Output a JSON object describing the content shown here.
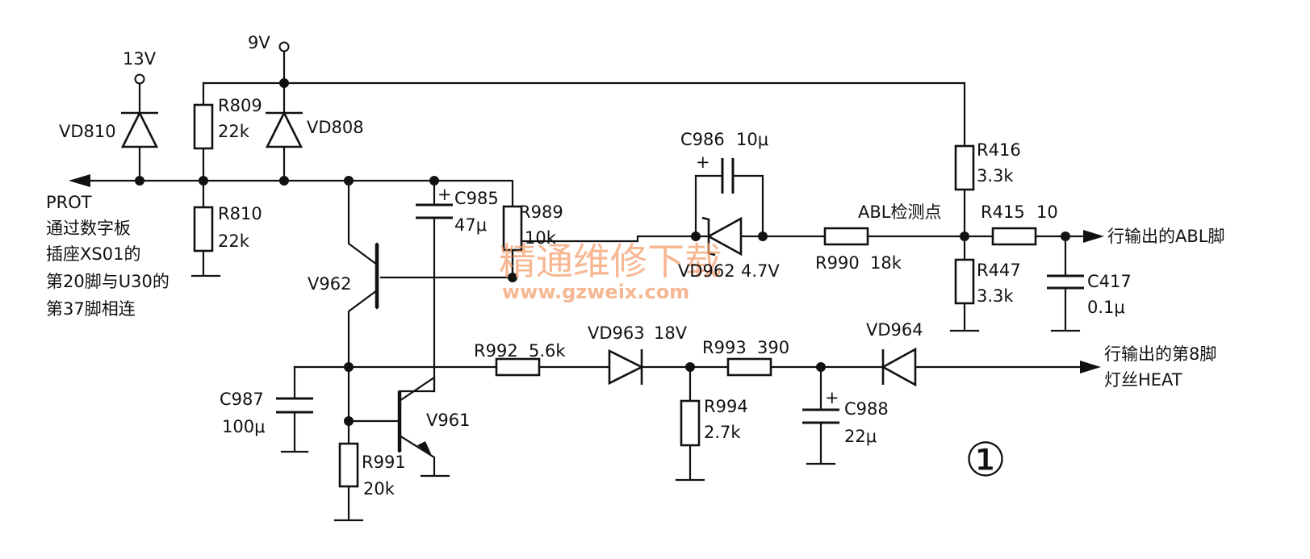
{
  "supplies": {
    "v13": "13V",
    "v9": "9V"
  },
  "components": {
    "vd810": "VD810",
    "vd808": "VD808",
    "r809": {
      "ref": "R809",
      "val": "22k"
    },
    "r810": {
      "ref": "R810",
      "val": "22k"
    },
    "c985": {
      "ref": "C985",
      "val": "47μ"
    },
    "r989": {
      "ref": "R989",
      "val": "10k"
    },
    "c986": {
      "ref": "C986",
      "val": "10μ"
    },
    "vd962": {
      "ref": "VD962",
      "val": "4.7V"
    },
    "r990": {
      "ref": "R990",
      "val": "18k"
    },
    "r416": {
      "ref": "R416",
      "val": "3.3k"
    },
    "r415": {
      "ref": "R415",
      "val": "10"
    },
    "r447": {
      "ref": "R447",
      "val": "3.3k"
    },
    "c417": {
      "ref": "C417",
      "val": "0.1μ"
    },
    "v962": "V962",
    "v961": "V961",
    "c987": {
      "ref": "C987",
      "val": "100μ"
    },
    "r991": {
      "ref": "R991",
      "val": "20k"
    },
    "r992": {
      "ref": "R992",
      "val": "5.6k"
    },
    "vd963": {
      "ref": "VD963",
      "val": "18V"
    },
    "r993": {
      "ref": "R993",
      "val": "390"
    },
    "r994": {
      "ref": "R994",
      "val": "2.7k"
    },
    "c988": {
      "ref": "C988",
      "val": "22μ"
    },
    "vd964": "VD964"
  },
  "annotations": {
    "prot": [
      "PROT",
      "通过数字板",
      "插座XS01的",
      "第20脚与U30的",
      "第37脚相连"
    ],
    "abl_point": "ABL检测点",
    "abl_output": "行输出的ABL脚",
    "heat_output": [
      "行输出的第8脚",
      "灯丝HEAT"
    ],
    "figure_number": "①",
    "plus": "+"
  },
  "watermark": {
    "title": "精通维修下载",
    "url": "www.gzweix.com",
    "color": "#f4a070"
  }
}
